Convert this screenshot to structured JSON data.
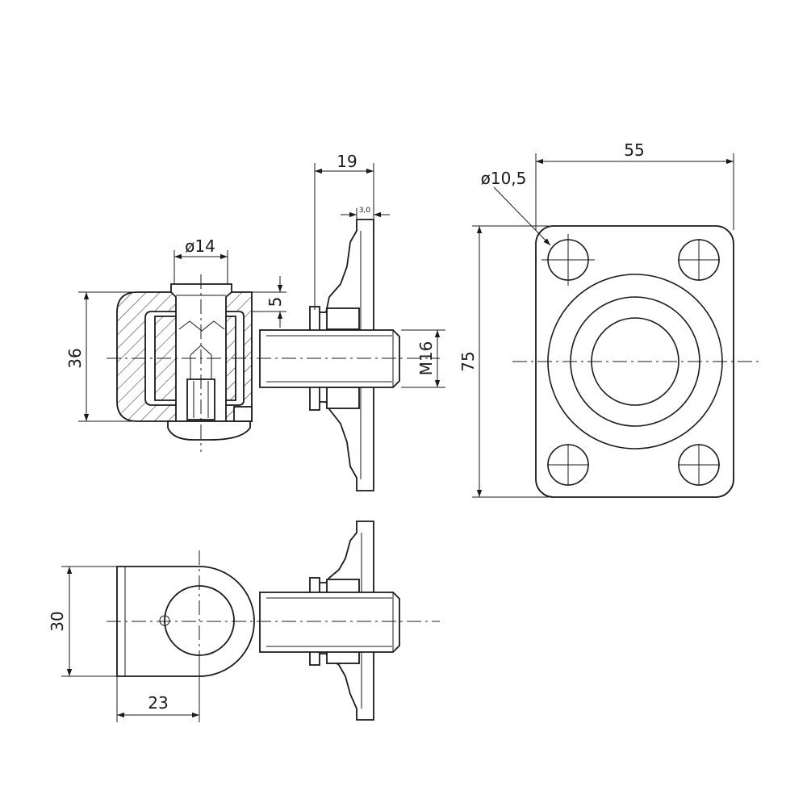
{
  "dimensions": {
    "plate_height": "19",
    "plate_thickness": "3,0",
    "eye_diameter": "ø14",
    "collar": "5",
    "body_height": "36",
    "thread": "M16",
    "plate_width": "55",
    "hole_diameter": "ø10,5",
    "plate_length": "75",
    "eye_height": "30",
    "eye_width": "23"
  }
}
